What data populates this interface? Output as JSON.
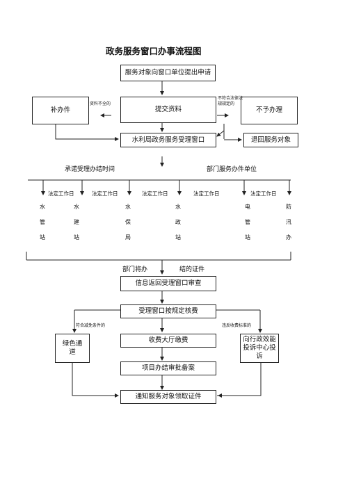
{
  "title": "政务服务窗口办事流程图",
  "steps": {
    "apply": "服务对象向窗口单位提出申请",
    "submit": "提交资料",
    "supplement": "补办件",
    "reject": "不予办理",
    "window": "水利局政务服务受理窗口",
    "return_to_client": "退回服务对象",
    "info_return": "信息返回受理窗口审查",
    "fee_check": "受理窗口按规定核费",
    "pay": "收费大厅缴费",
    "green_channel": "绿色通道",
    "complaint": "向行政效能投诉中心投诉",
    "approve": "项目办结审批备案",
    "notify": "通知服务对象领取证件"
  },
  "labels": {
    "incomplete": "资料不全的",
    "not_legal": "不符合法律法规规定的",
    "commit_time": "承诺受理办结时间",
    "dept_unit": "部门服务办件单位",
    "legal_day": "法定工作日",
    "dept_give_left": "部门将办",
    "dept_give_right": "结的证件",
    "fee_exempt": "符合减免条件的",
    "fee_violation": "违反收费标准的"
  },
  "departments": [
    [
      "水",
      "管",
      "站"
    ],
    [
      "水",
      "建",
      "站"
    ],
    [
      "水",
      "保",
      "局"
    ],
    [
      "水",
      "政",
      "站"
    ],
    [
      "电",
      "管",
      "站"
    ],
    [
      "防",
      "汛",
      "办"
    ]
  ]
}
